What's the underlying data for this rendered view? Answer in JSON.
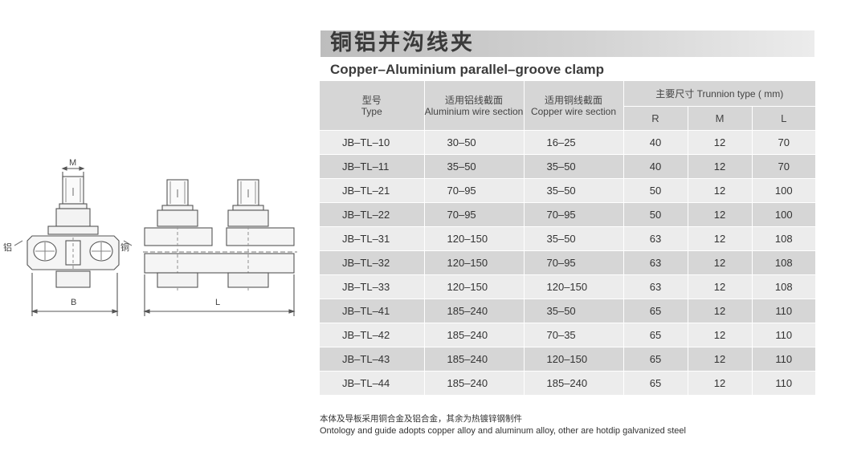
{
  "title_cn": "铜铝并沟线夹",
  "title_en": "Copper–Aluminium parallel–groove clamp",
  "drawing": {
    "label_m": "M",
    "label_b": "B",
    "label_l": "L",
    "label_left": "铝",
    "label_right": "铜"
  },
  "table": {
    "head": {
      "type_cn": "型号",
      "type_en": "Type",
      "al_cn": "适用铝线截面",
      "al_en": "Aluminium wire section",
      "cu_cn": "适用铜线截面",
      "cu_en": "Copper wire section",
      "dims": "主要尺寸 Trunnion type ( mm)",
      "r": "R",
      "m": "M",
      "l": "L"
    },
    "rows": [
      {
        "type": "JB–TL–10",
        "al": "30–50",
        "cu": "16–25",
        "r": "40",
        "m": "12",
        "l": "70"
      },
      {
        "type": "JB–TL–11",
        "al": "35–50",
        "cu": "35–50",
        "r": "40",
        "m": "12",
        "l": "70"
      },
      {
        "type": "JB–TL–21",
        "al": "70–95",
        "cu": "35–50",
        "r": "50",
        "m": "12",
        "l": "100"
      },
      {
        "type": "JB–TL–22",
        "al": "70–95",
        "cu": "70–95",
        "r": "50",
        "m": "12",
        "l": "100"
      },
      {
        "type": "JB–TL–31",
        "al": "120–150",
        "cu": "35–50",
        "r": "63",
        "m": "12",
        "l": "108"
      },
      {
        "type": "JB–TL–32",
        "al": "120–150",
        "cu": "70–95",
        "r": "63",
        "m": "12",
        "l": "108"
      },
      {
        "type": "JB–TL–33",
        "al": "120–150",
        "cu": "120–150",
        "r": "63",
        "m": "12",
        "l": "108"
      },
      {
        "type": "JB–TL–41",
        "al": "185–240",
        "cu": "35–50",
        "r": "65",
        "m": "12",
        "l": "110"
      },
      {
        "type": "JB–TL–42",
        "al": "185–240",
        "cu": "70–35",
        "r": "65",
        "m": "12",
        "l": "110"
      },
      {
        "type": "JB–TL–43",
        "al": "185–240",
        "cu": "120–150",
        "r": "65",
        "m": "12",
        "l": "110"
      },
      {
        "type": "JB–TL–44",
        "al": "185–240",
        "cu": "185–240",
        "r": "65",
        "m": "12",
        "l": "110"
      }
    ]
  },
  "note_cn": "本体及导板采用铜合金及铝合金，其余为热镀锌钢制件",
  "note_en": "Ontology and guide adopts copper alloy and aluminum alloy, other are hotdip galvanized steel"
}
